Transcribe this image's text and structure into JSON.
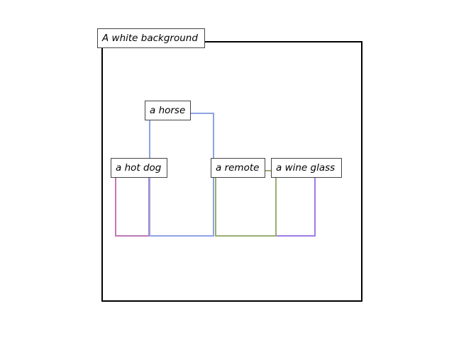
{
  "scene": {
    "caption": "A white background",
    "frame_color": "#000000"
  },
  "objects": [
    {
      "id": "horse",
      "label": "a horse",
      "color": "#8fa2e6"
    },
    {
      "id": "hot-dog",
      "label": "a hot dog",
      "color": "#bf78b8"
    },
    {
      "id": "remote",
      "label": "a remote",
      "color": "#98ad74"
    },
    {
      "id": "wine-glass",
      "label": "a wine glass",
      "color": "#a07ce6"
    }
  ]
}
